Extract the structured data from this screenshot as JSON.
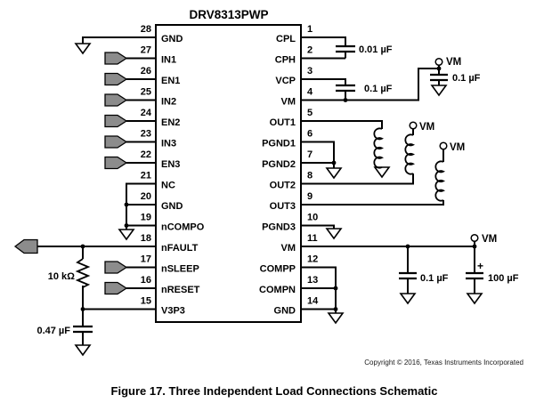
{
  "chip": {
    "title": "DRV8313PWP",
    "left_pins": [
      {
        "num": "28",
        "label": "GND"
      },
      {
        "num": "27",
        "label": "IN1"
      },
      {
        "num": "26",
        "label": "EN1"
      },
      {
        "num": "25",
        "label": "IN2"
      },
      {
        "num": "24",
        "label": "EN2"
      },
      {
        "num": "23",
        "label": "IN3"
      },
      {
        "num": "22",
        "label": "EN3"
      },
      {
        "num": "21",
        "label": "NC"
      },
      {
        "num": "20",
        "label": "GND"
      },
      {
        "num": "19",
        "label": "nCOMPO"
      },
      {
        "num": "18",
        "label": "nFAULT"
      },
      {
        "num": "17",
        "label": "nSLEEP"
      },
      {
        "num": "16",
        "label": "nRESET"
      },
      {
        "num": "15",
        "label": "V3P3"
      }
    ],
    "right_pins": [
      {
        "num": "1",
        "label": "CPL"
      },
      {
        "num": "2",
        "label": "CPH"
      },
      {
        "num": "3",
        "label": "VCP"
      },
      {
        "num": "4",
        "label": "VM"
      },
      {
        "num": "5",
        "label": "OUT1"
      },
      {
        "num": "6",
        "label": "PGND1"
      },
      {
        "num": "7",
        "label": "PGND2"
      },
      {
        "num": "8",
        "label": "OUT2"
      },
      {
        "num": "9",
        "label": "OUT3"
      },
      {
        "num": "10",
        "label": "PGND3"
      },
      {
        "num": "11",
        "label": "VM"
      },
      {
        "num": "12",
        "label": "COMPP"
      },
      {
        "num": "13",
        "label": "COMPN"
      },
      {
        "num": "14",
        "label": "GND"
      }
    ]
  },
  "components": {
    "cap_cp": "0.01 µF",
    "cap_vcp": "0.1 µF",
    "cap_vm_bypass": "0.1 µF",
    "cap_vm_rail_small": "0.1 µF",
    "cap_vm_rail_bulk": "100 µF",
    "bulk_polarity": "+",
    "res_nfault_pullup": "10 kΩ",
    "cap_v3p3": "0.47 µF"
  },
  "net_labels": {
    "vm_top": "VM",
    "vm_load2": "VM",
    "vm_load3": "VM",
    "vm_rail": "VM"
  },
  "colors": {
    "wire": "#000000",
    "tag_fill": "#8c8c8c",
    "background": "#ffffff"
  },
  "footer": {
    "copyright": "Copyright © 2016, Texas Instruments Incorporated",
    "caption": "Figure 17.  Three Independent Load Connections Schematic"
  }
}
